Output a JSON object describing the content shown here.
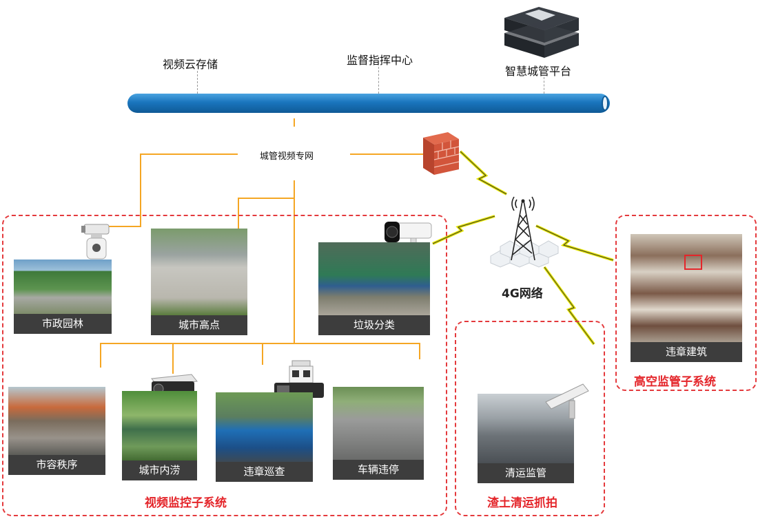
{
  "top": {
    "cloud_storage": "视频云存储",
    "command_center": "监督指挥中心",
    "platform": "智慧城管平台"
  },
  "network": {
    "private_net": "城管视频专网",
    "mobile_net": "4G网络"
  },
  "groups": {
    "video_monitor": "视频监控子系统",
    "muck_transport": "渣土清运抓拍",
    "high_altitude": "高空监管子系统"
  },
  "cards": {
    "park": "市政园林",
    "high_point": "城市高点",
    "garbage": "垃圾分类",
    "street_order": "市容秩序",
    "waterlogging": "城市内涝",
    "patrol": "违章巡查",
    "parking": "车辆违停",
    "transport": "清运监管",
    "building": "违章建筑"
  },
  "colors": {
    "pipe": "#1a75bd",
    "connector": "#f5a623",
    "group_border": "#e4393c",
    "group_title": "#e4252a",
    "wireless_bolt": "#e6e600"
  }
}
